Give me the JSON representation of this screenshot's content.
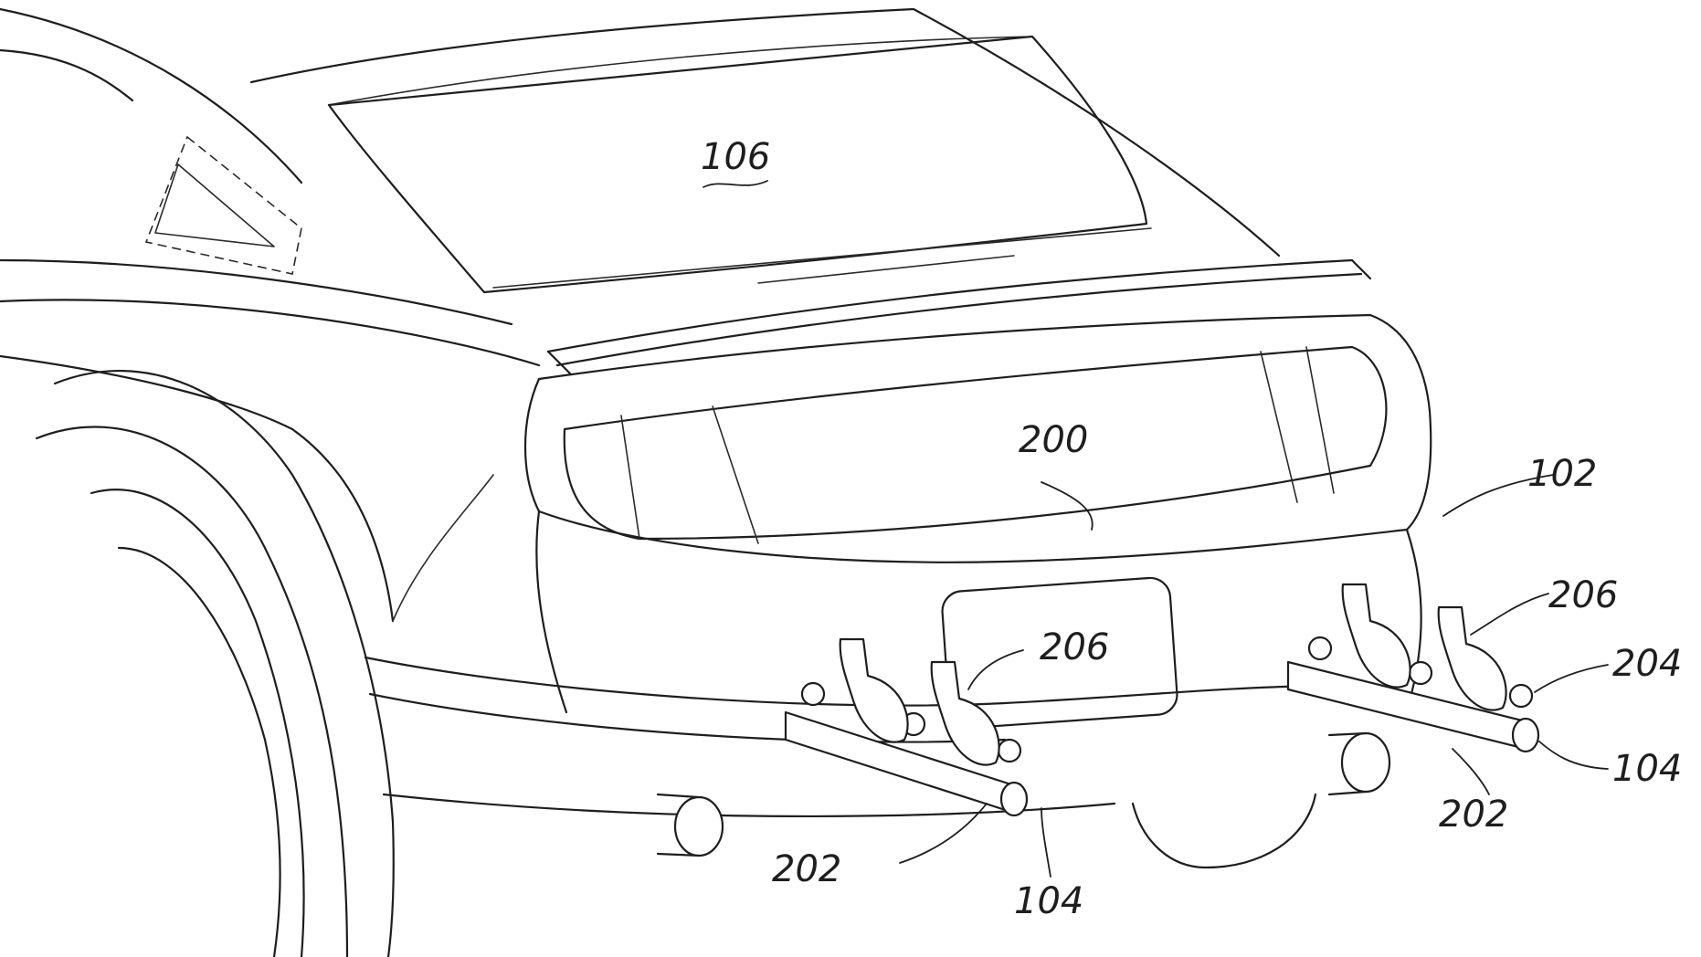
{
  "figure": {
    "reference_numerals": {
      "rear_window": "106",
      "tail_lamp_panel": "200",
      "bumper": "102",
      "mount_left": "206",
      "mount_right": "206",
      "bracket_right": "204",
      "bar_right": "104",
      "bar_center": "104",
      "rack_left": "202",
      "rack_right": "202"
    }
  }
}
